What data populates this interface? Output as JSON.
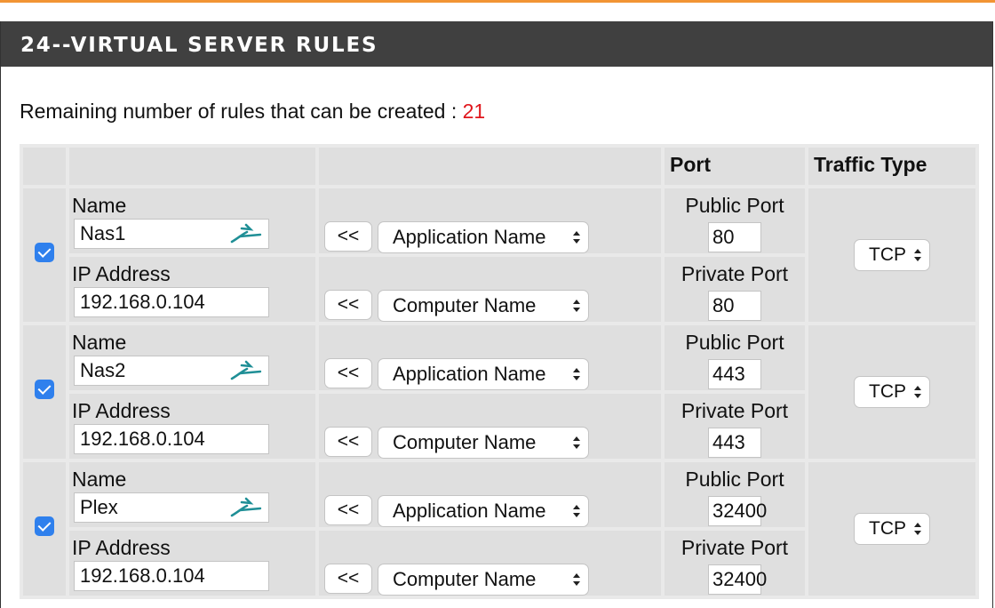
{
  "section": {
    "title": "24--VIRTUAL SERVER RULES",
    "remaining_label": "Remaining number of rules that can be created :",
    "remaining_count": "21"
  },
  "table": {
    "headers": {
      "port": "Port",
      "traffic_type": "Traffic Type"
    },
    "rows": [
      {
        "checked": true,
        "name_label": "Name",
        "name_value": "Nas1",
        "ip_label": "IP Address",
        "ip_value": "192.168.0.104",
        "back_button": "<<",
        "app_select": "Application Name",
        "computer_select": "Computer Name",
        "public_port_label": "Public Port",
        "public_port": "80",
        "private_port_label": "Private Port",
        "private_port": "80",
        "traffic": "TCP"
      },
      {
        "checked": true,
        "name_label": "Name",
        "name_value": "Nas2",
        "ip_label": "IP Address",
        "ip_value": "192.168.0.104",
        "back_button": "<<",
        "app_select": "Application Name",
        "computer_select": "Computer Name",
        "public_port_label": "Public Port",
        "public_port": "443",
        "private_port_label": "Private Port",
        "private_port": "443",
        "traffic": "TCP"
      },
      {
        "checked": true,
        "name_label": "Name",
        "name_value": "Plex",
        "ip_label": "IP Address",
        "ip_value": "192.168.0.104",
        "back_button": "<<",
        "app_select": "Application Name",
        "computer_select": "Computer Name",
        "public_port_label": "Public Port",
        "public_port": "32400",
        "private_port_label": "Private Port",
        "private_port": "32400",
        "traffic": "TCP"
      }
    ]
  },
  "colors": {
    "header_bg": "#404040",
    "accent_orange": "#f29434",
    "count_red": "#e0161c",
    "checkbox_blue": "#2f80ed"
  },
  "icons": {
    "password_manager": "autofill-key-icon",
    "select_arrows": "updown-arrows-icon"
  }
}
